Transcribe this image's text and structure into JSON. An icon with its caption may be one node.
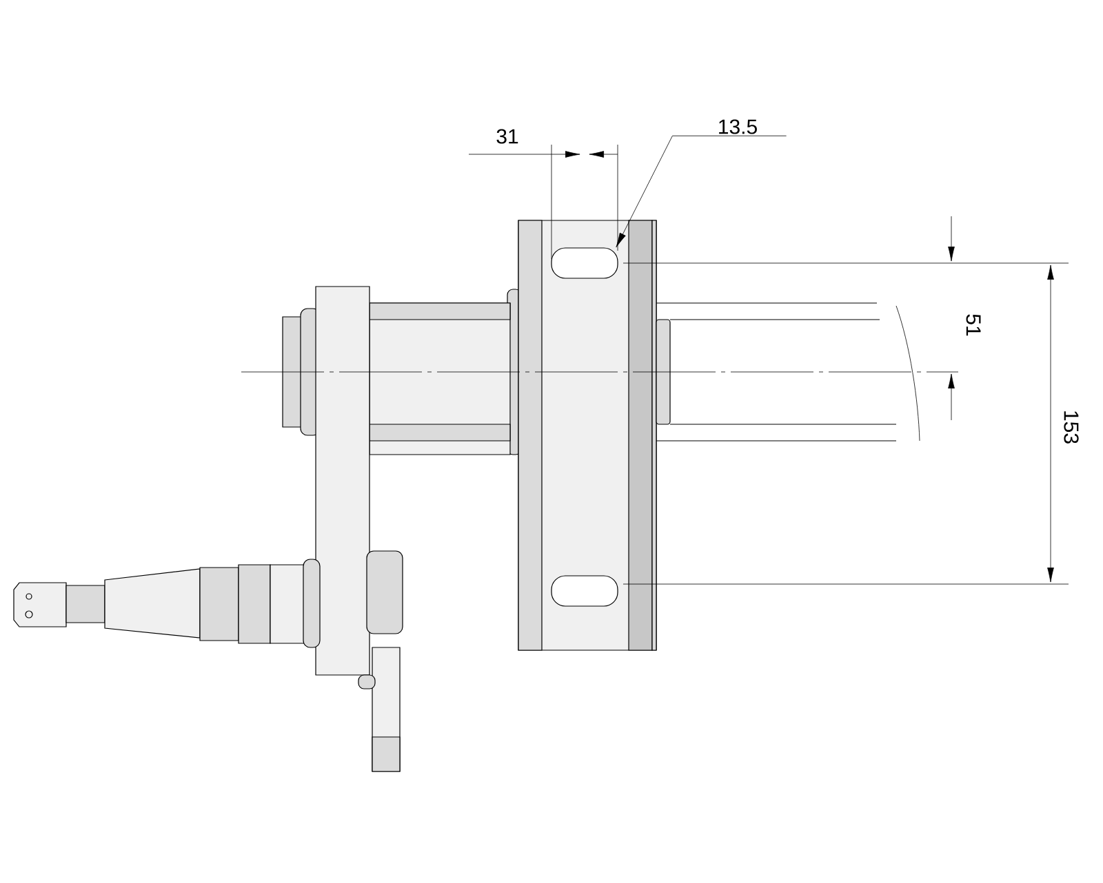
{
  "diagram": {
    "nodes": [
      {
        "text": [
          "13.5"
        ]
      },
      {
        "text": [],
        "shape": "slot"
      }
    ],
    "edges": [
      {
        "from": 0,
        "to": 1,
        "arrow": "to"
      }
    ],
    "labels": [
      "31",
      "51",
      "153"
    ]
  }
}
